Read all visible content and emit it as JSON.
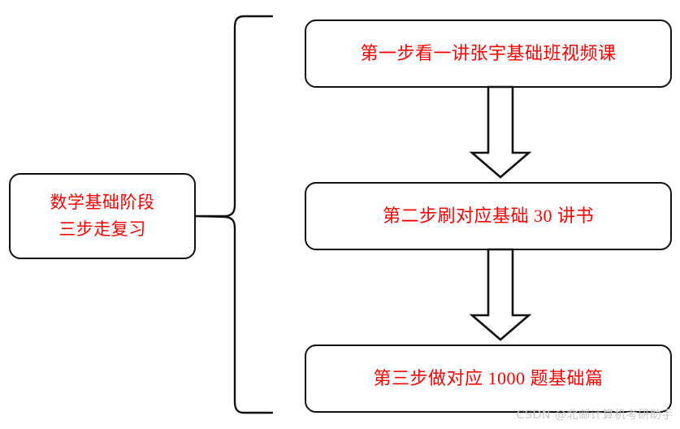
{
  "diagram": {
    "type": "flowchart",
    "orientation": "left-to-right brace with vertical step sequence",
    "background_color": "#ffffff",
    "text_color": "#ff0000",
    "stroke_color": "#111111",
    "root": {
      "line1": "数学基础阶段",
      "line2": "三步走复习"
    },
    "steps": [
      {
        "id": "step-1",
        "label": "第一步看一讲张宇基础班视频课"
      },
      {
        "id": "step-2",
        "label": "第二步刷对应基础 30 讲书"
      },
      {
        "id": "step-3",
        "label": "第三步做对应 1000 题基础篇"
      }
    ],
    "connectors": [
      {
        "id": "brace",
        "kind": "curly-brace",
        "from": "root",
        "to": [
          "step-1",
          "step-2",
          "step-3"
        ]
      },
      {
        "id": "arrow-1",
        "kind": "block-arrow-down",
        "from": "step-1",
        "to": "step-2"
      },
      {
        "id": "arrow-2",
        "kind": "block-arrow-down",
        "from": "step-2",
        "to": "step-3"
      }
    ]
  },
  "watermark": {
    "text": "CSDN @北邮计算机考研助手"
  }
}
